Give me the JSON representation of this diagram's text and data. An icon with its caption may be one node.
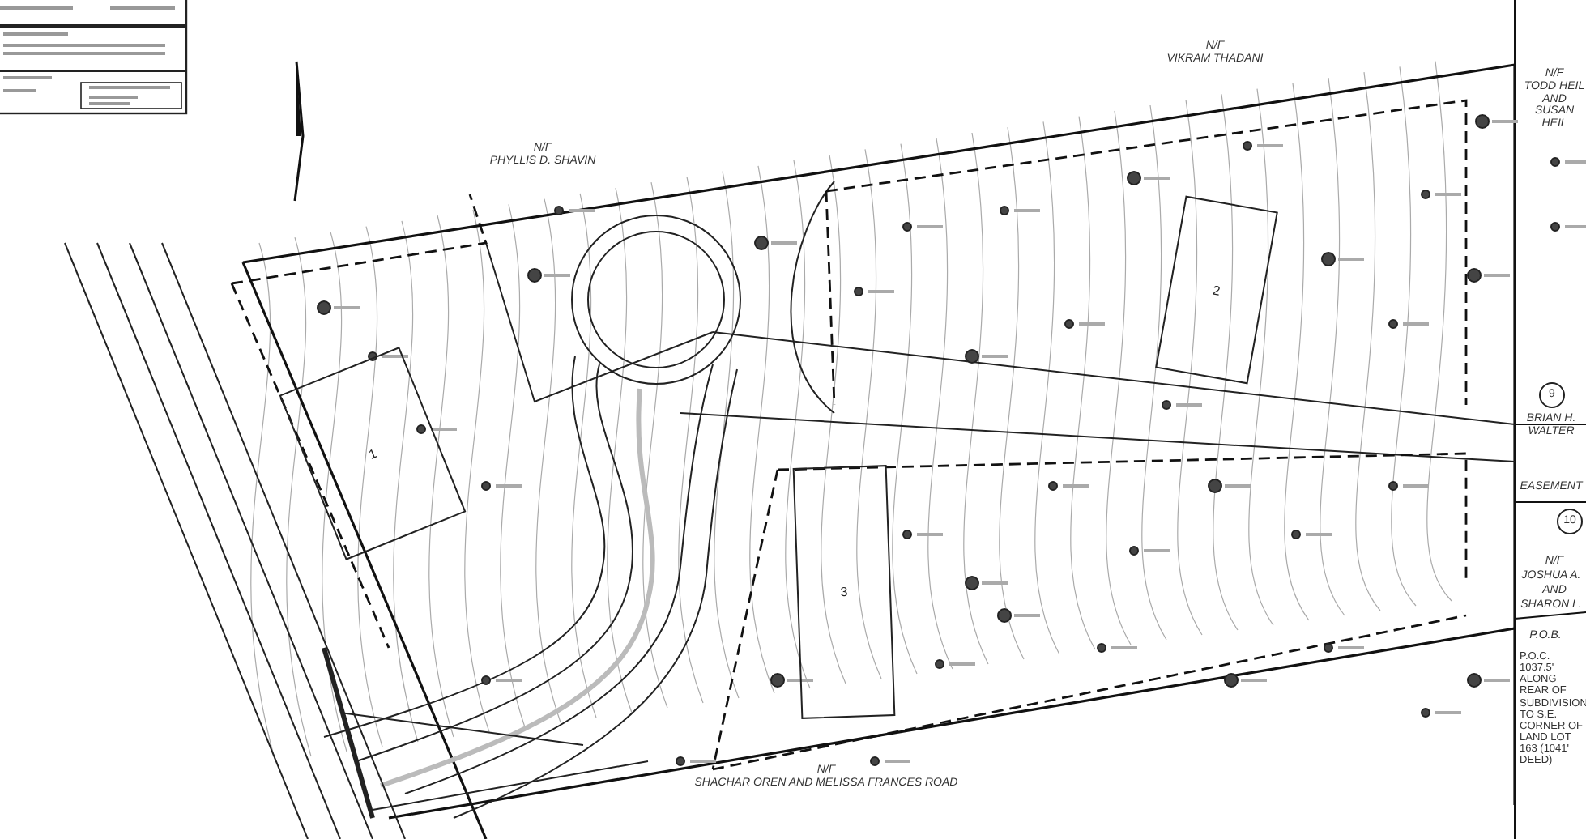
{
  "diagram": {
    "nodes": [
      {
        "text": [
          "1"
        ]
      },
      {
        "text": [
          "2"
        ]
      },
      {
        "text": [
          "3"
        ]
      }
    ],
    "labels": [
      "N/F",
      "VIKRAM THADANI",
      "N/F",
      "TODD HEIL AND SUSAN HEIL",
      "N/F",
      "PHYLLIS D. SHAVIN",
      "9",
      "BRIAN H. WALTER",
      "EASEMENT",
      "10",
      "N/F",
      "JOSHUA A.",
      "AND",
      "SHARON L.",
      "P.O.B.",
      "P.O.C. 1037.5' ALONG REAR OF SUBDIVISION TO S.E. CORNER OF LAND LOT 163 (1041' DEED)",
      "N/F",
      "SHACHAR OREN AND MELISSA FRANCES ROAD"
    ]
  }
}
